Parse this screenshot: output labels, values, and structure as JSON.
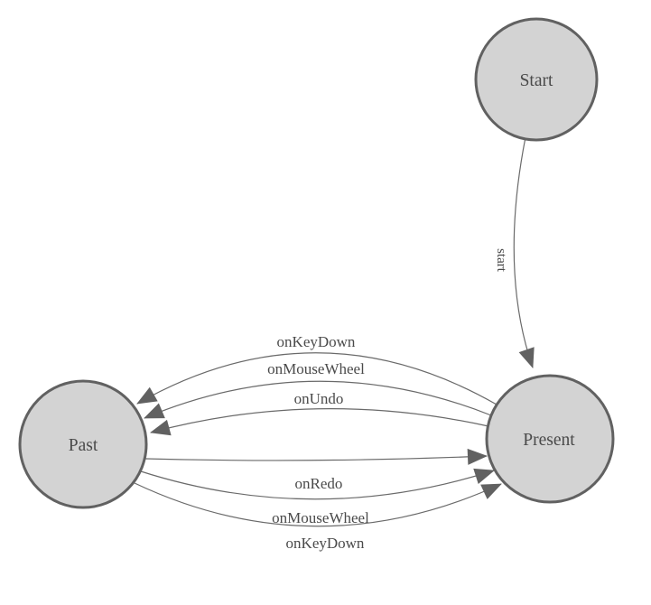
{
  "diagram": {
    "type": "state-diagram",
    "background": "#ffffff",
    "colors": {
      "node_fill": "#d3d3d3",
      "node_stroke": "#616161",
      "edge_stroke": "#6a6a6a",
      "arrow_fill": "#616161",
      "label_color": "#4a4a4a"
    },
    "nodes": [
      {
        "id": "start",
        "label": "Start"
      },
      {
        "id": "present",
        "label": "Present"
      },
      {
        "id": "past",
        "label": "Past"
      }
    ],
    "edges": [
      {
        "from": "start",
        "to": "present",
        "label": "start"
      },
      {
        "from": "present",
        "to": "past",
        "label": "onKeyDown"
      },
      {
        "from": "present",
        "to": "past",
        "label": "onMouseWheel"
      },
      {
        "from": "present",
        "to": "past",
        "label": "onUndo"
      },
      {
        "from": "past",
        "to": "present",
        "label": "onRedo"
      },
      {
        "from": "past",
        "to": "present",
        "label": "onMouseWheel"
      },
      {
        "from": "past",
        "to": "present",
        "label": "onKeyDown"
      }
    ]
  }
}
